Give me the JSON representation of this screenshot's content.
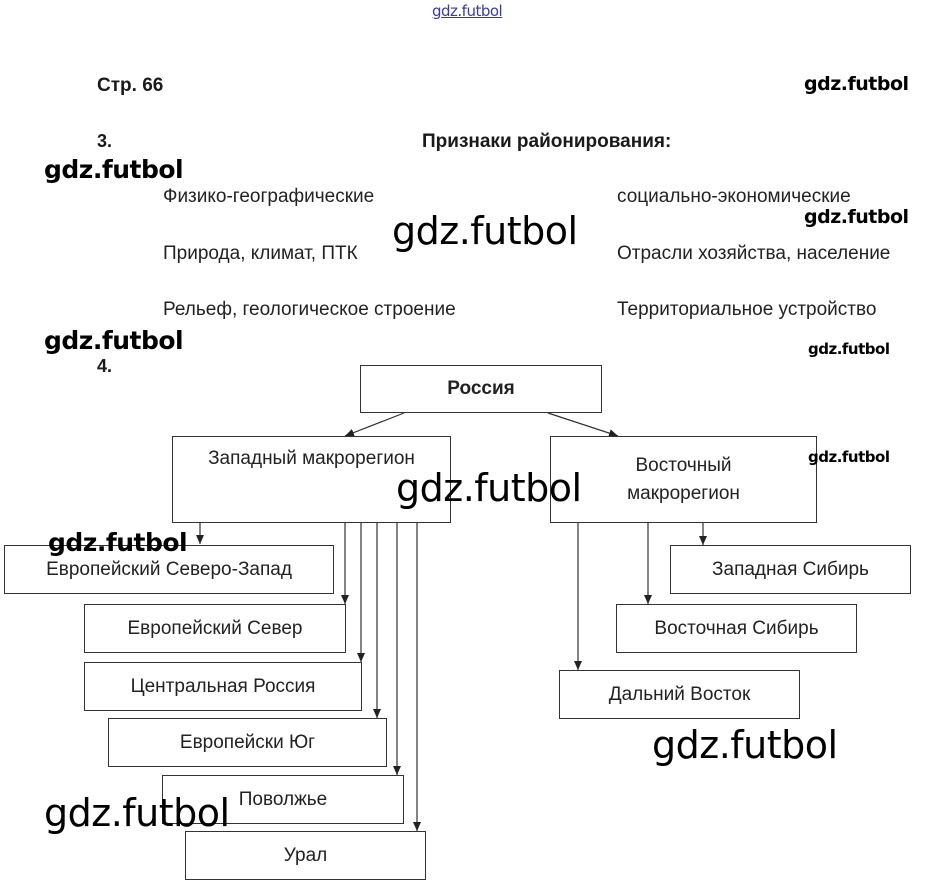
{
  "watermark": "gdz.futbol",
  "page_label": "Стр. 66",
  "task3": {
    "number": "3.",
    "title": "Признаки районирования:",
    "left_column": [
      "Физико-географические",
      "Природа, климат, ПТК",
      "Рельеф, геологическое строение"
    ],
    "right_column": [
      "социально-экономические",
      "Отрасли хозяйства, население",
      "Территориальное устройство"
    ]
  },
  "task4": {
    "number": "4.",
    "root": "Россия",
    "west": {
      "label": "Западный макрорегион",
      "regions": [
        "Европейский Северо-Запад",
        "Европейский Север",
        "Центральная Россия",
        "Европейски Юг",
        "Поволжье",
        "Урал"
      ]
    },
    "east": {
      "label_line1": "Восточный",
      "label_line2": "макрорегион",
      "regions": [
        "Западная Сибирь",
        "Восточная Сибирь",
        "Дальний Восток"
      ]
    }
  }
}
